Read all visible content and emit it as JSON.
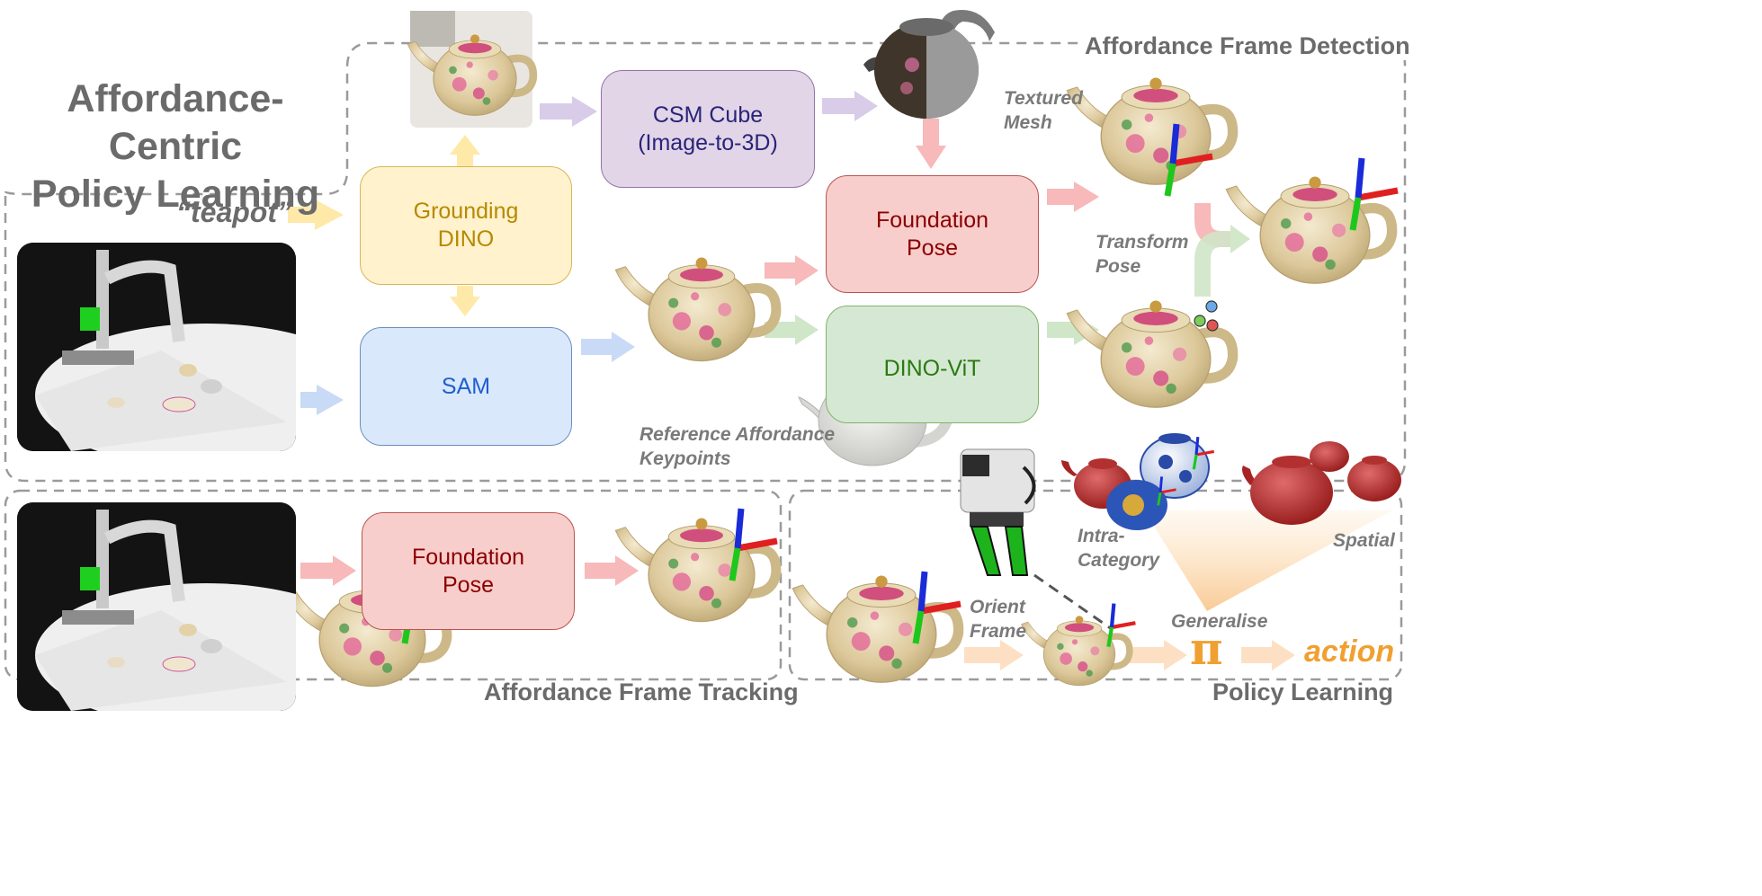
{
  "title": "Affordance-Centric\nPolicy Learning",
  "prompt": "“teapot”",
  "regions": {
    "detection": "Affordance Frame Detection",
    "tracking": "Affordance Frame Tracking",
    "policy": "Policy Learning"
  },
  "boxes": {
    "grounding_dino": "Grounding\nDINO",
    "sam": "SAM",
    "csm_cube": "CSM Cube\n(Image-to-3D)",
    "foundation_pose_top": "Foundation\nPose",
    "dino_vit": "DINO-ViT",
    "foundation_pose_bottom": "Foundation\nPose"
  },
  "labels": {
    "textured_mesh": "Textured\nMesh",
    "transform_pose": "Transform\nPose",
    "reference_keypoints": "Reference Affordance\nKeypoints",
    "intra_category": "Intra-\nCategory",
    "spatial": "Spatial",
    "orient_frame": "Orient\nFrame",
    "generalise": "Generalise",
    "pi": "π",
    "action": "action"
  },
  "colors": {
    "yellow_fill": "#fff2cc",
    "yellow_stroke": "#d6b656",
    "yellow_text": "#b58900",
    "blue_fill": "#dae8fc",
    "blue_stroke": "#6c8ebf",
    "blue_text": "#1f5fcc",
    "purple_fill": "#e1d5e7",
    "purple_stroke": "#9673a6",
    "purple_text": "#2a237a",
    "red_fill": "#f8cecc",
    "red_stroke": "#b85450",
    "red_text": "#8b0000",
    "green_fill": "#d5e8d4",
    "green_stroke": "#82b366",
    "green_text": "#2a7a10",
    "orange_text": "#f0a030",
    "label_gray": "#6b6b6b"
  }
}
